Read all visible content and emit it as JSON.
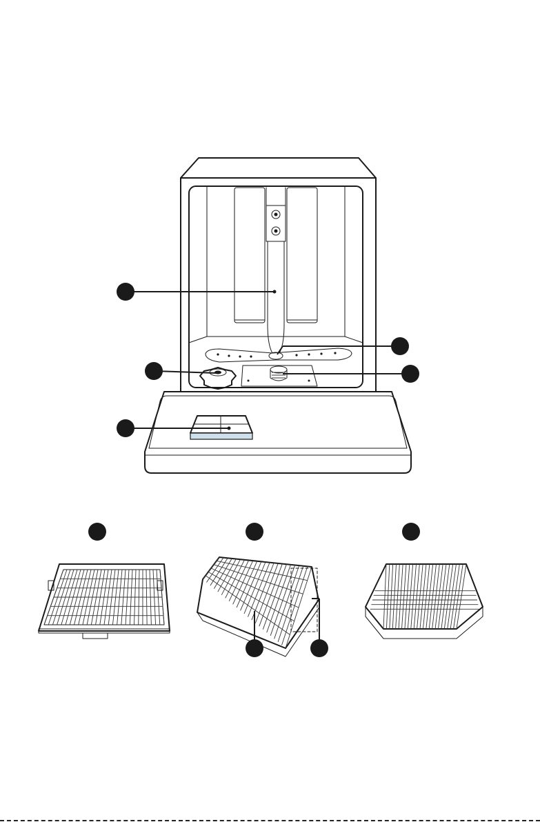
{
  "colors": {
    "ink": "#1a1a1a",
    "paper": "#ffffff",
    "detergent_tint": "#cfe0ea"
  },
  "callouts": [
    {
      "id": "upper-spray-arm-tube"
    },
    {
      "id": "lower-spray-arm"
    },
    {
      "id": "salt-container-cap"
    },
    {
      "id": "filter-assembly"
    },
    {
      "id": "detergent-dispenser"
    },
    {
      "id": "cutlery-tray"
    },
    {
      "id": "upper-basket"
    },
    {
      "id": "lower-basket"
    },
    {
      "id": "cup-shelf"
    },
    {
      "id": "basket-adjuster"
    }
  ]
}
